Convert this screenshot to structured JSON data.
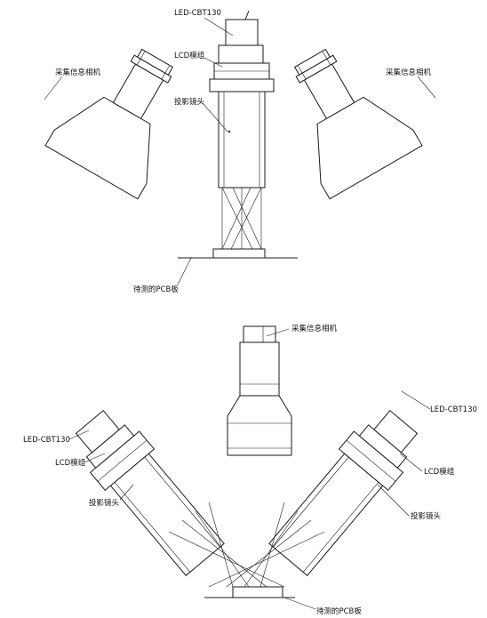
{
  "labels": {
    "led": "LED-CBT130",
    "lcd": "LCD模组",
    "lens": "投影镜头",
    "camera": "采集信息相机",
    "pcb": "待测的PCB板"
  },
  "colors": {
    "line": "#1a1a1a",
    "background": "#ffffff"
  }
}
